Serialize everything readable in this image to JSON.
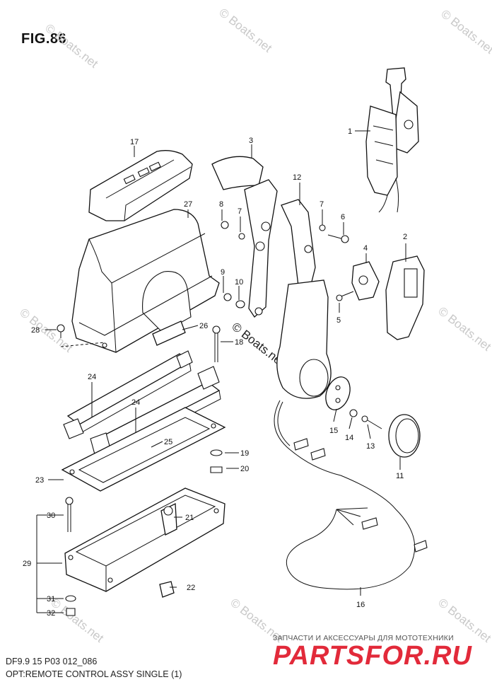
{
  "figure": {
    "title": "FIG.86"
  },
  "watermarks": {
    "corner": "© Boats.net",
    "center": "© Boats.net"
  },
  "footer": {
    "model_code": "DF9.9 15 P03 012_086",
    "caption": "OPT:REMOTE CONTROL ASSY SINGLE (1)"
  },
  "shop": {
    "tagline": "ЗАПЧАСТИ И АКСЕССУАРЫ ДЛЯ МОТОТЕХНИКИ",
    "logo": "PARTSFOR.RU"
  },
  "callouts": [
    "1",
    "2",
    "3",
    "4",
    "5",
    "6",
    "7",
    "7",
    "8",
    "9",
    "10",
    "11",
    "12",
    "13",
    "14",
    "15",
    "16",
    "17",
    "18",
    "19",
    "20",
    "21",
    "22",
    "23",
    "24",
    "24",
    "25",
    "26",
    "27",
    "28",
    "29",
    "30",
    "31",
    "32"
  ]
}
